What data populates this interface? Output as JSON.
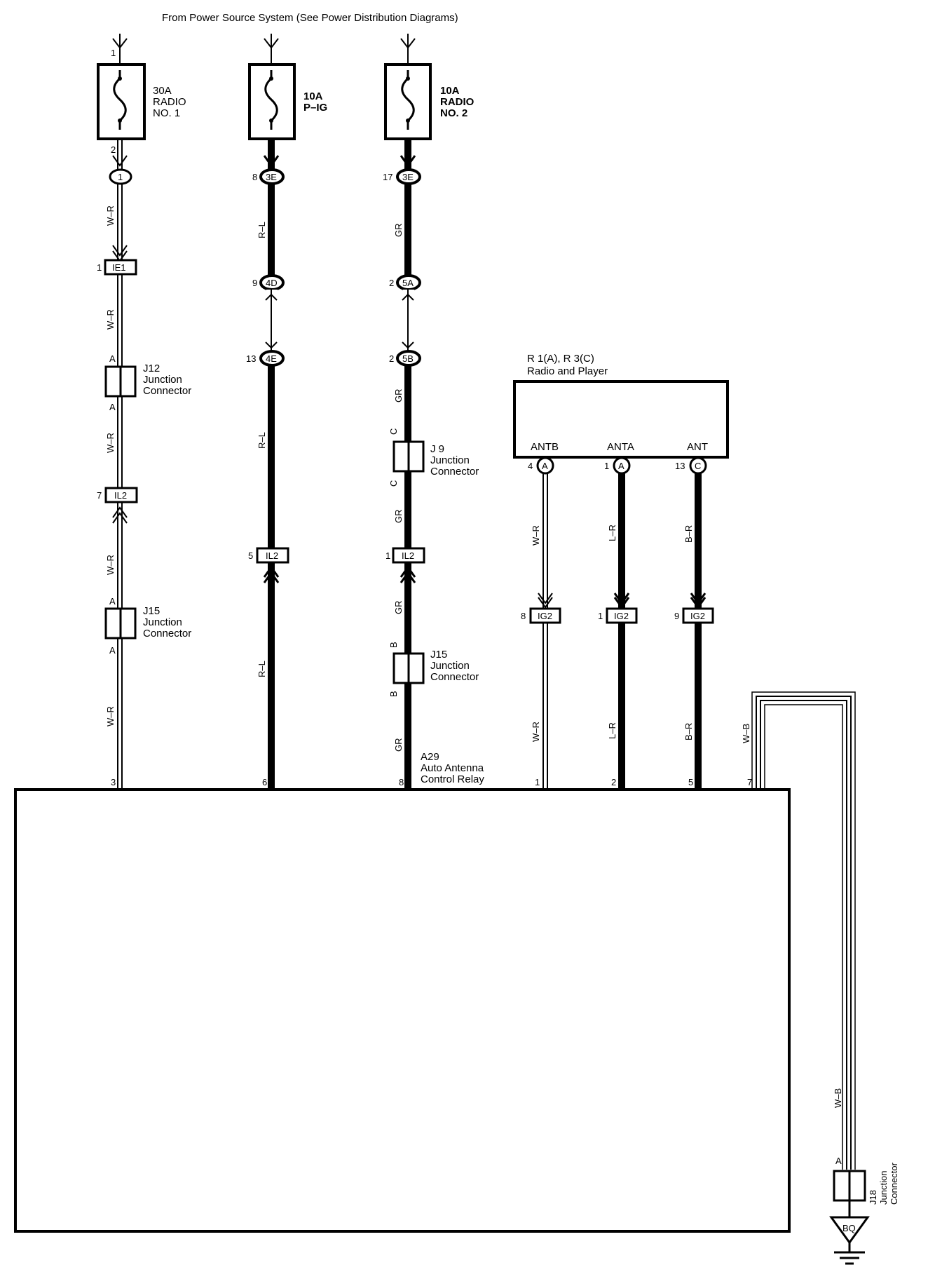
{
  "header": {
    "source": "From Power Source System (See Power Distribution Diagrams)"
  },
  "fuses": [
    {
      "amp": "30A",
      "line1": "RADIO",
      "line2": "NO. 1",
      "pin_in": "1",
      "pin_out": "2"
    },
    {
      "amp": "10A",
      "line1": "P–IG",
      "line2": ""
    },
    {
      "amp": "10A",
      "line1": "RADIO",
      "line2": "NO. 2"
    }
  ],
  "connectors": {
    "c1_top": "1",
    "c2_3E": {
      "code": "3E",
      "pin": "8"
    },
    "c3_3E": {
      "code": "3E",
      "pin": "17"
    },
    "ie1": {
      "code": "IE1",
      "pin": "1"
    },
    "c2_4D": {
      "code": "4D",
      "pin": "9"
    },
    "c3_5A": {
      "code": "5A",
      "pin": "2"
    },
    "c2_4E": {
      "code": "4E",
      "pin": "13"
    },
    "c3_5B": {
      "code": "5B",
      "pin": "2"
    },
    "c1_il2": {
      "code": "IL2",
      "pin": "7"
    },
    "c2_il2": {
      "code": "IL2",
      "pin": "5"
    },
    "c3_il2": {
      "code": "IL2",
      "pin": "1"
    },
    "ig2_a": {
      "code": "IG2",
      "pin": "8"
    },
    "ig2_b": {
      "code": "IG2",
      "pin": "1"
    },
    "ig2_c": {
      "code": "IG2",
      "pin": "9"
    }
  },
  "junctions": {
    "j12": {
      "name": "J12",
      "l1": "Junction",
      "l2": "Connector",
      "pin": "A"
    },
    "j15a": {
      "name": "J15",
      "l1": "Junction",
      "l2": "Connector",
      "pin": "A"
    },
    "j9": {
      "name": "J 9",
      "l1": "Junction",
      "l2": "Connector",
      "pin": "C"
    },
    "j15b": {
      "name": "J15",
      "l1": "Junction",
      "l2": "Connector",
      "pin": "B"
    },
    "j18": {
      "name": "J18",
      "l1": "Junction",
      "l2": "Connector",
      "pin": "A"
    }
  },
  "wires": {
    "w_r": "W–R",
    "r_l": "R–L",
    "gr": "GR",
    "l_r": "L–R",
    "b_r": "B–R",
    "w_b": "W–B"
  },
  "radio": {
    "ref": "R 1(A), R 3(C)",
    "name": "Radio and Player",
    "antb": "ANTB",
    "anta": "ANTA",
    "ant": "ANT",
    "antb_pin": "4",
    "antb_conn": "A",
    "anta_pin": "1",
    "anta_conn": "A",
    "ant_pin": "13",
    "ant_conn": "C"
  },
  "relay": {
    "ref": "A29",
    "l1": "Auto Antenna",
    "l2": "Control Relay",
    "pins": [
      "3",
      "6",
      "8",
      "1",
      "2",
      "5",
      "7"
    ]
  },
  "ground": {
    "code": "BQ"
  }
}
